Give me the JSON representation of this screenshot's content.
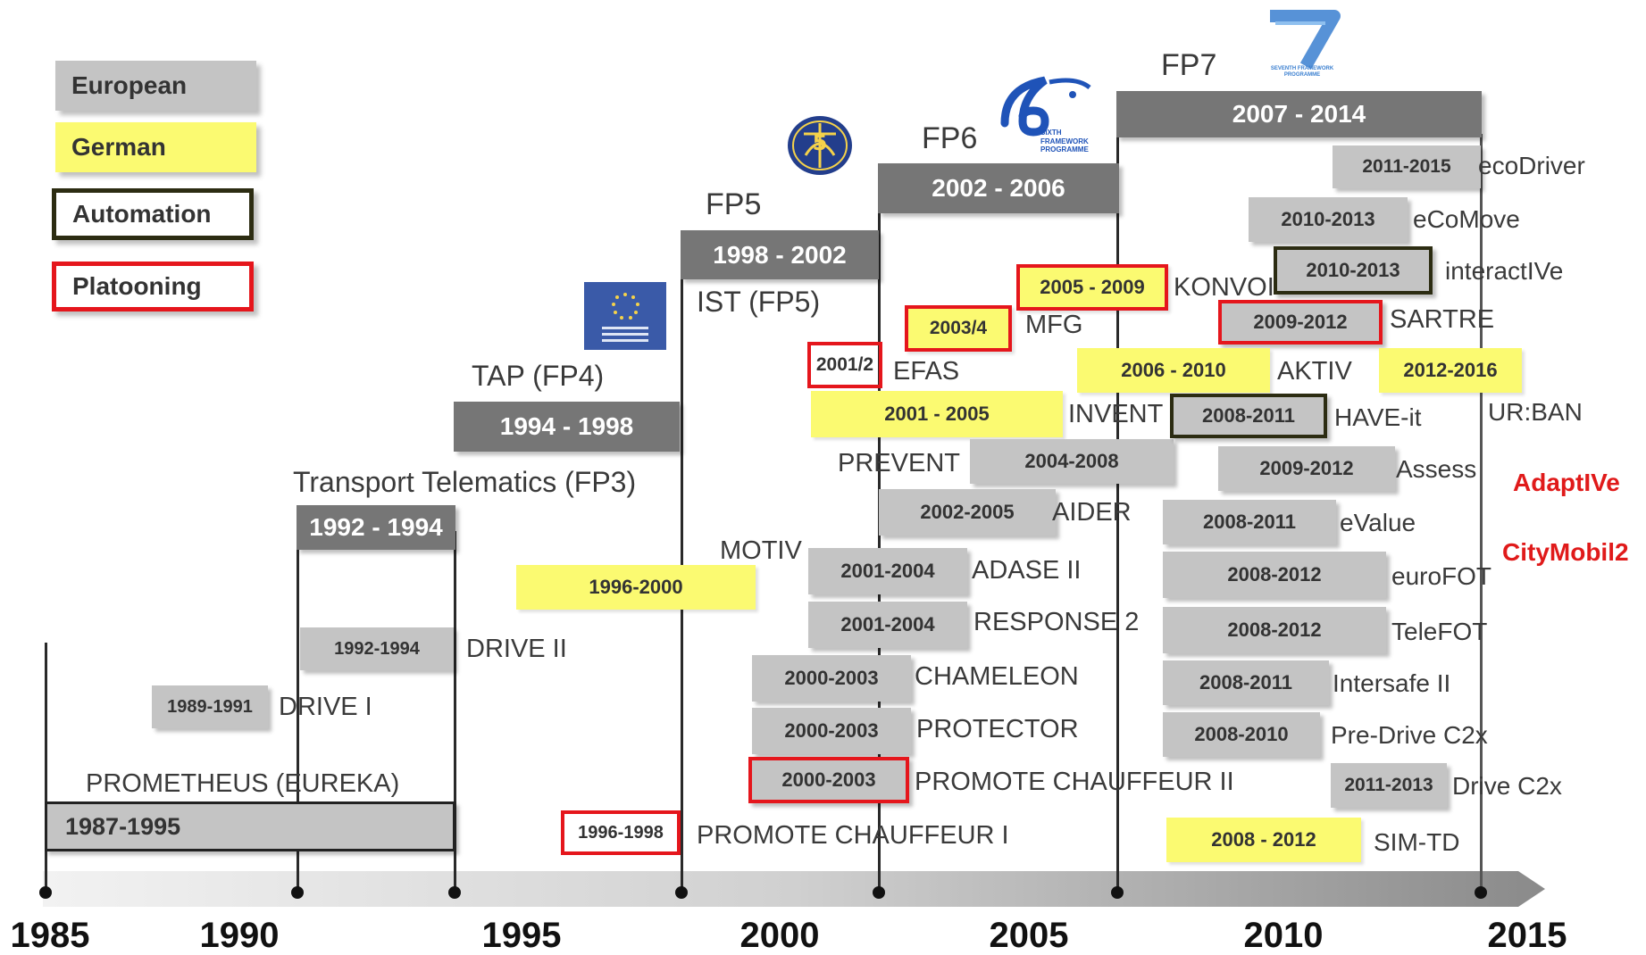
{
  "legend": {
    "european": "European",
    "german": "German",
    "automation": "Automation",
    "platooning": "Platooning"
  },
  "axis_years": [
    "1985",
    "1990",
    "1995",
    "2000",
    "2005",
    "2010",
    "2015"
  ],
  "programmes": {
    "prometheus": {
      "label": "PROMETHEUS (EUREKA)",
      "years": "1987-1995"
    },
    "fp3": {
      "label": "Transport Telematics (FP3)",
      "years": "1992 - 1994"
    },
    "fp4": {
      "label": "TAP (FP4)",
      "years": "1994 - 1998"
    },
    "fp5": {
      "label": "FP5",
      "years": "1998 - 2002",
      "sub": "IST (FP5)"
    },
    "fp6": {
      "label": "FP6",
      "years": "2002 - 2006"
    },
    "fp7": {
      "label": "FP7",
      "years": "2007 - 2014"
    }
  },
  "logos": {
    "fp6_text": "SIXTH FRAMEWORK PROGRAMME",
    "fp7_text": "SEVENTH FRAMEWORK PROGRAMME"
  },
  "projects": {
    "drive1": {
      "years": "1989-1991",
      "name": "DRIVE I"
    },
    "drive2": {
      "years": "1992-1994",
      "name": "DRIVE II"
    },
    "motiv": {
      "years": "1996-2000",
      "name": "MOTIV"
    },
    "promote1": {
      "years": "1996-1998",
      "name": "PROMOTE CHAUFFEUR I"
    },
    "efas": {
      "years": "2001/2",
      "name": "EFAS"
    },
    "mfg": {
      "years": "2003/4",
      "name": "MFG"
    },
    "konvoi": {
      "years": "2005 - 2009",
      "name": "KONVOI"
    },
    "invent": {
      "years": "2001 - 2005",
      "name": "INVENT"
    },
    "prevent": {
      "years": "2004-2008",
      "name": "PREVENT"
    },
    "aider": {
      "years": "2002-2005",
      "name": "AIDER"
    },
    "adase2": {
      "years": "2001-2004",
      "name": "ADASE II"
    },
    "response2": {
      "years": "2001-2004",
      "name": "RESPONSE 2"
    },
    "chameleon": {
      "years": "2000-2003",
      "name": "CHAMELEON"
    },
    "protector": {
      "years": "2000-2003",
      "name": "PROTECTOR"
    },
    "promote2": {
      "years": "2000-2003",
      "name": "PROMOTE CHAUFFEUR II"
    },
    "ecodriver": {
      "years": "2011-2015",
      "name": "ecoDriver"
    },
    "ecomove": {
      "years": "2010-2013",
      "name": "eCoMove"
    },
    "interactive": {
      "years": "2010-2013",
      "name": "interactIVe"
    },
    "sartre": {
      "years": "2009-2012",
      "name": "SARTRE"
    },
    "aktiv": {
      "years": "2006 - 2010",
      "name": "AKTIV"
    },
    "urban": {
      "years": "2012-2016",
      "name": "UR:BAN"
    },
    "haveit": {
      "years": "2008-2011",
      "name": "HAVE-it"
    },
    "assess": {
      "years": "2009-2012",
      "name": "Assess"
    },
    "evalue": {
      "years": "2008-2011",
      "name": "eValue"
    },
    "eurofot": {
      "years": "2008-2012",
      "name": "euroFOT"
    },
    "telefot": {
      "years": "2008-2012",
      "name": "TeleFOT"
    },
    "intersafe2": {
      "years": "2008-2011",
      "name": "Intersafe II"
    },
    "predrive": {
      "years": "2008-2010",
      "name": "Pre-Drive C2x"
    },
    "drivec2x": {
      "years": "2011-2013",
      "name": "Drive C2x"
    },
    "simtd": {
      "years": "2008 - 2012",
      "name": "SIM-TD"
    }
  },
  "highlight": {
    "adaptive": "AdaptIVe",
    "citymobil2": "CityMobil2"
  },
  "colors": {
    "european": "#c4c4c4",
    "german": "#fbfa71",
    "automation_border": "#2c2c12",
    "platooning_border": "#e5161c",
    "phase": "#767676",
    "highlight_text": "#e01a1a"
  }
}
